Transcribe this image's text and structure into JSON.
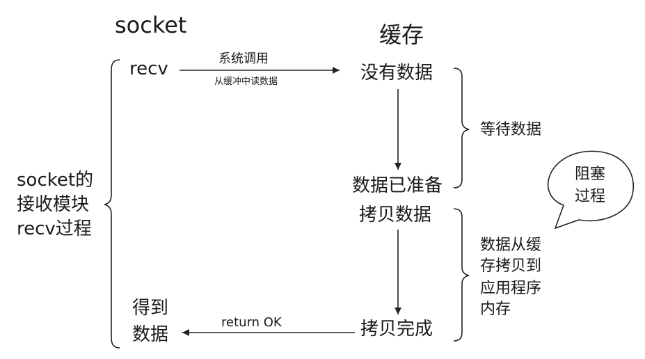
{
  "headers": {
    "socket": "socket",
    "cache": "缓存"
  },
  "left_group": {
    "line1": "socket的",
    "line2": "接收模块",
    "line3": "recv过程"
  },
  "socket_side": {
    "recv": "recv",
    "got_line1": "得到",
    "got_line2": "数据"
  },
  "arrows": {
    "syscall": "系统调用",
    "read_from_cache": "从缓冲中读数据",
    "return_ok": "return OK"
  },
  "cache_side": {
    "no_data": "没有数据",
    "data_ready": "数据已准备",
    "copy_data": "拷贝数据",
    "copy_done": "拷贝完成"
  },
  "brackets": {
    "wait": "等待数据",
    "copy_line1": "数据从缓",
    "copy_line2": "存拷贝到",
    "copy_line3": "应用程序",
    "copy_line4": "内存"
  },
  "bubble": {
    "line1": "阻塞",
    "line2": "过程"
  }
}
